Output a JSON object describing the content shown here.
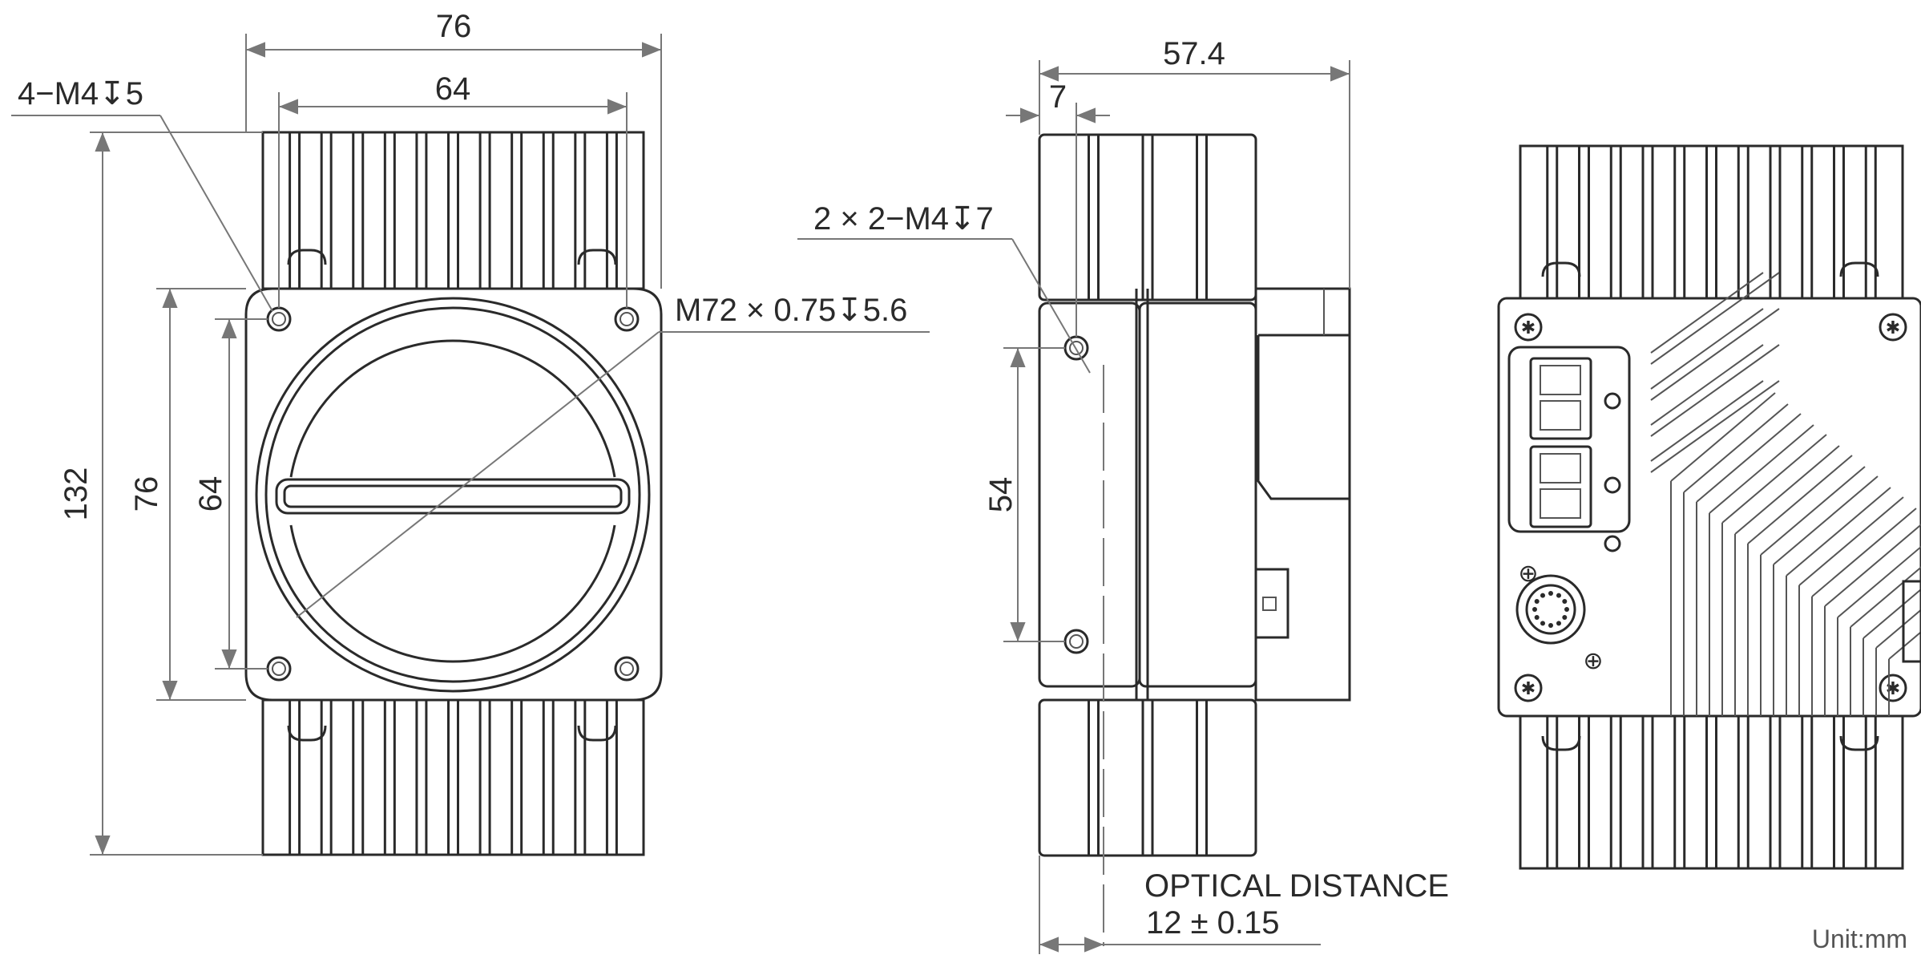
{
  "front_view": {
    "width_outer": "76",
    "width_holes": "64",
    "thread_spec": "4−M4",
    "thread_depth": "5",
    "height_total": "132",
    "height_body": "76",
    "height_holes": "64",
    "mount_spec": "M72 × 0.75",
    "mount_depth": "5.6"
  },
  "side_view": {
    "depth_total": "57.4",
    "hole_offset": "7",
    "thread_spec": "2 × 2−M4",
    "thread_depth": "7",
    "hole_spacing": "54",
    "optical_label": "OPTICAL DISTANCE",
    "optical_value": "12 ± 0.15"
  },
  "unit_label": "Unit:mm",
  "colors": {
    "line": "#2a2a2a",
    "dimension": "#777777",
    "background": "#ffffff"
  },
  "icons": {
    "depth": "depth-symbol-icon"
  }
}
